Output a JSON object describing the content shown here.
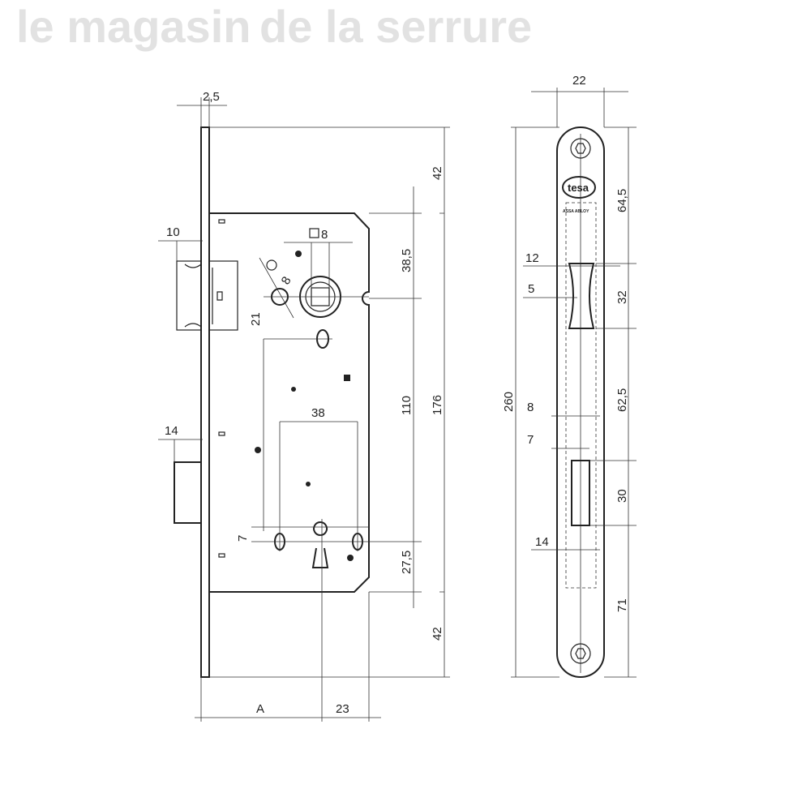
{
  "watermark": {
    "line1": "le magasin",
    "line2": "de la serrure"
  },
  "logo": {
    "brand": "tesa",
    "sub": "ASSA ABLOY"
  },
  "side_view": {
    "dims": {
      "faceplate_thickness": "2,5",
      "latch_projection": "10",
      "bolt_projection": "14",
      "top": "42",
      "spindle_from_top": "38,5",
      "spindle_to_key": "110",
      "total_body": "176",
      "key_to_bottom": "27,5",
      "bottom": "42",
      "backset": "A",
      "key_offset": "23",
      "spindle_square": "8",
      "hole_dia": "8",
      "hole_offset": "21",
      "hole_spacing": "38",
      "key_hole": "7"
    }
  },
  "front_view": {
    "dims": {
      "width": "22",
      "length": "260",
      "top_to_latch": "64,5",
      "latch_height": "32",
      "latch_to_bolt": "62,5",
      "bolt_height": "30",
      "bottom": "71",
      "latch_width": "12",
      "latch_inner": "5",
      "slot_width": "8",
      "bolt_width": "7",
      "lower_width": "14"
    }
  }
}
